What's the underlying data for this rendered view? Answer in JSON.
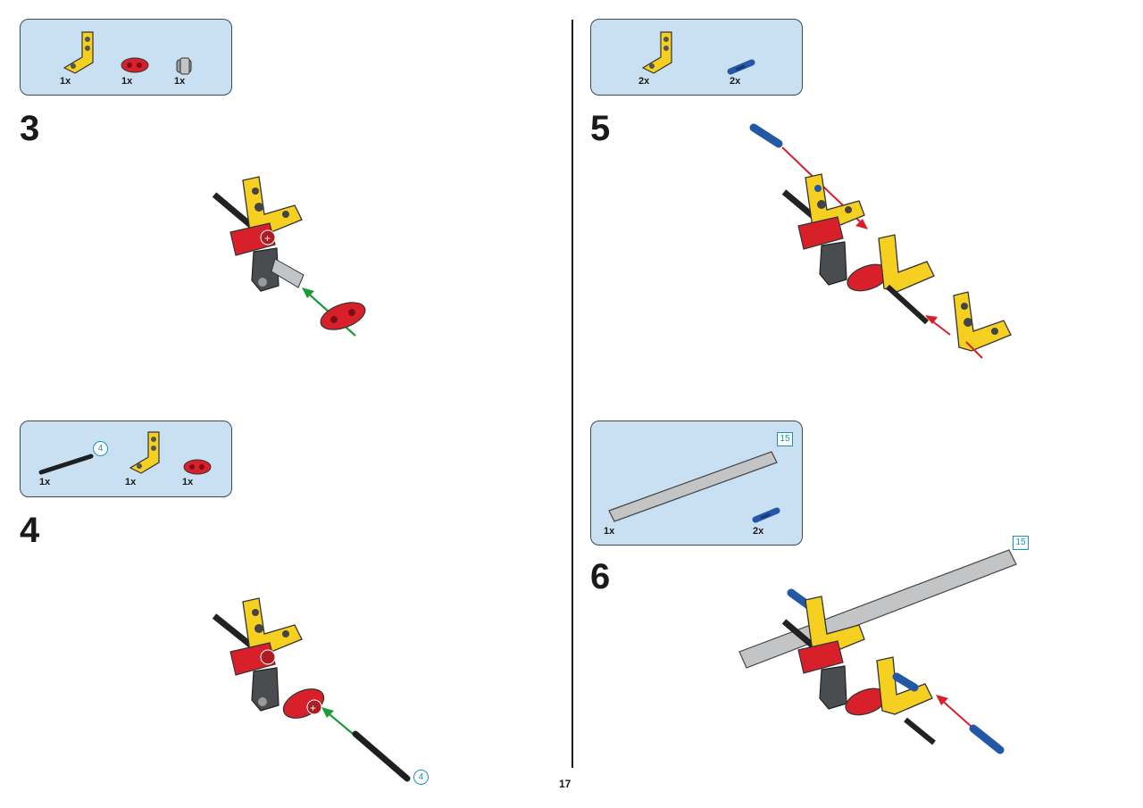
{
  "page": {
    "number": "17"
  },
  "steps": [
    {
      "number": "3",
      "parts": [
        {
          "qty": "1x"
        },
        {
          "qty": "1x"
        },
        {
          "qty": "1x"
        }
      ]
    },
    {
      "number": "4",
      "parts": [
        {
          "qty": "1x",
          "length": "4"
        },
        {
          "qty": "1x"
        },
        {
          "qty": "1x"
        }
      ],
      "axle_length_callout": "4"
    },
    {
      "number": "5",
      "parts": [
        {
          "qty": "2x"
        },
        {
          "qty": "2x"
        }
      ]
    },
    {
      "number": "6",
      "parts": [
        {
          "qty": "1x",
          "length": "15"
        },
        {
          "qty": "2x"
        }
      ],
      "beam_length_callout": "15"
    }
  ],
  "colors": {
    "parts_box": "#c9e0f3",
    "yellow": "#f5d020",
    "red": "#d8202a",
    "gray_dark": "#4a4d50",
    "gray_light": "#c2c4c6",
    "blue": "#2457a6",
    "arrow_green": "#1e9a3a",
    "arrow_red": "#d8202a",
    "callout_blue": "#1b8fc4"
  }
}
